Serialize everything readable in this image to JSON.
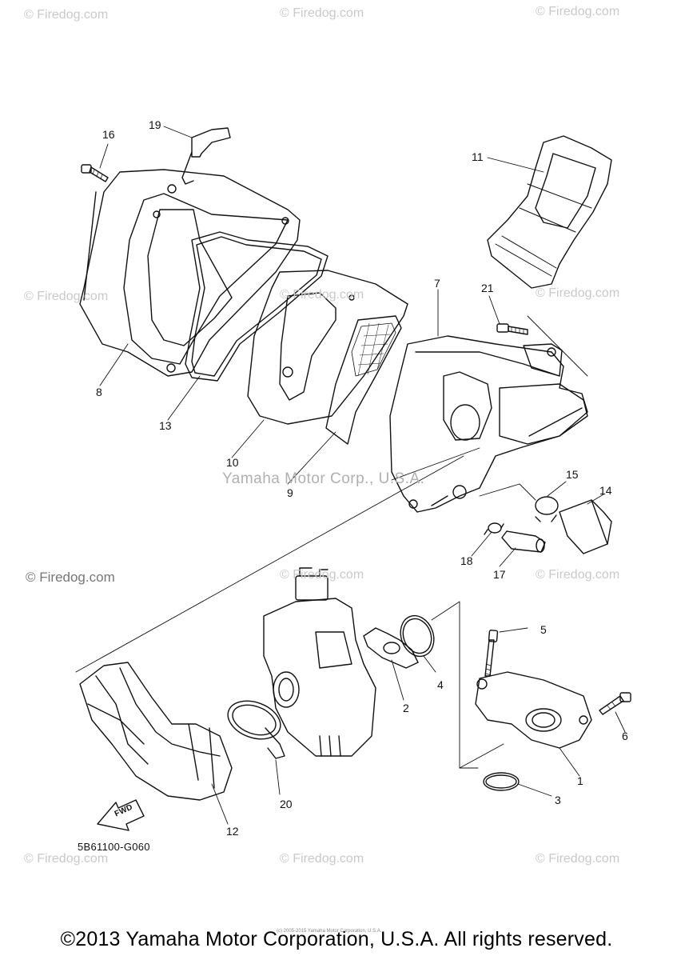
{
  "watermarks": {
    "small": "© Firedog.com",
    "big": "© Firedog.com",
    "center": "Yamaha Motor Corp., U.S.A."
  },
  "callouts": {
    "c1": "1",
    "c2": "2",
    "c3": "3",
    "c4": "4",
    "c5": "5",
    "c6": "6",
    "c7": "7",
    "c8": "8",
    "c9": "9",
    "c10": "10",
    "c11": "11",
    "c12": "12",
    "c13": "13",
    "c14": "14",
    "c15": "15",
    "c16": "16",
    "c17": "17",
    "c18": "18",
    "c19": "19",
    "c20": "20",
    "c21": "21"
  },
  "fwd_label": "FWD",
  "diagram_code": "5B61100-G060",
  "tiny_print": "(c) 2005-2015 Yamaha Motor Corporation, U.S.A.",
  "footer": "©2013 Yamaha Motor Corporation, U.S.A. All rights reserved."
}
